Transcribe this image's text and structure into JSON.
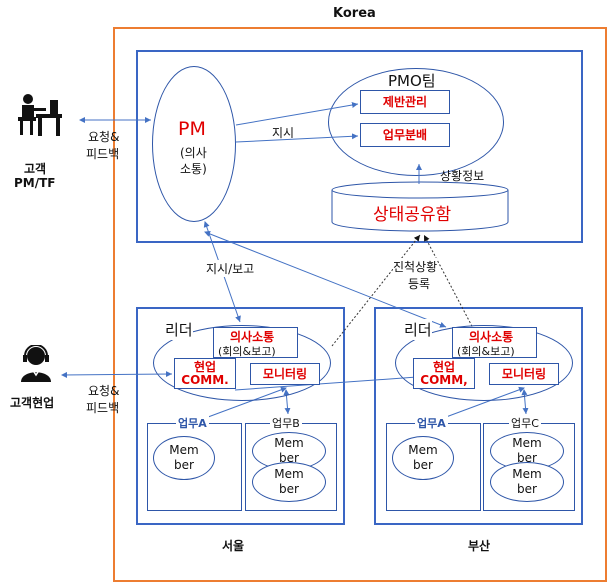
{
  "korea_label": "Korea",
  "client_pm": {
    "label_line1": "고객",
    "label_line2": "PM/TF",
    "icon": "desk-person-icon"
  },
  "client_field": {
    "label": "고객현업",
    "icon": "headset-person-icon"
  },
  "arrow_labels": {
    "request_feedback_top": [
      "요청&",
      "피드백"
    ],
    "request_feedback_bottom": [
      "요청&",
      "피드백"
    ],
    "instruct": "지시",
    "status_info": "상황정보",
    "instruct_report": "지시/보고",
    "progress_register": [
      "진척상황",
      "등록"
    ]
  },
  "pm": {
    "title": "PM",
    "sub1": "(의사",
    "sub2": "소통)"
  },
  "pmo": {
    "title": "PMO팀",
    "item1": "제반관리",
    "item2": "업무분배"
  },
  "status_box": {
    "label": "상태공유함"
  },
  "seoul": {
    "leader": "리더",
    "comm_title": "의사소통",
    "comm_sub": "(회의&보고)",
    "field_comm": [
      "현업",
      "COMM."
    ],
    "monitoring": "모니터링",
    "task_a": "업무A",
    "task_b": "업무B",
    "member_a": [
      "Mem",
      "ber"
    ],
    "member_b1": [
      "Mem",
      "ber"
    ],
    "member_b2": [
      "Mem",
      "ber"
    ],
    "site": "서울"
  },
  "busan": {
    "leader": "리더",
    "comm_title": "의사소통",
    "comm_sub": "(회의&보고)",
    "field_comm": [
      "현업",
      "COMM,"
    ],
    "monitoring": "모니터링",
    "task_a": "업무A",
    "task_c": "업무C",
    "member_a": [
      "Mem",
      "ber"
    ],
    "member_c1": [
      "Mem",
      "ber"
    ],
    "member_c2": [
      "Mem",
      "ber"
    ],
    "site": "부산"
  },
  "colors": {
    "orange": "#ed7d31",
    "blue": "#3a66c4",
    "red": "#e00000"
  }
}
